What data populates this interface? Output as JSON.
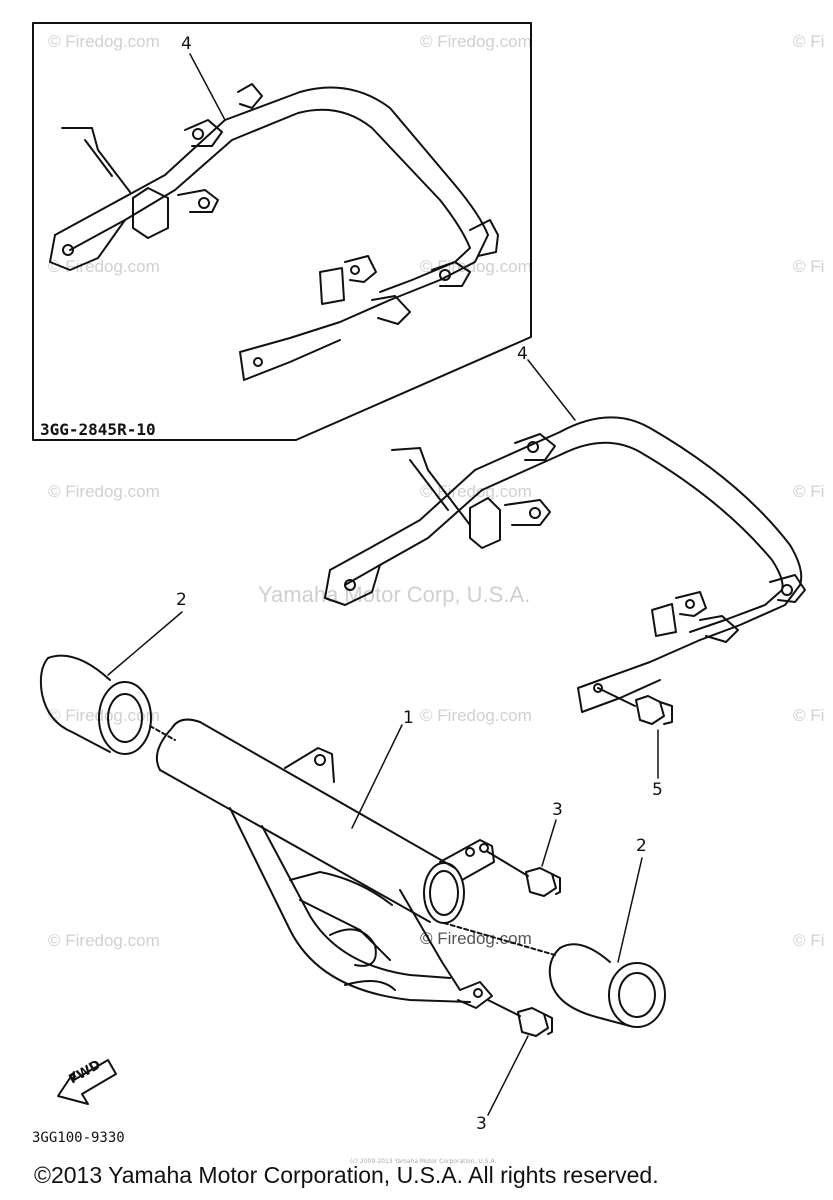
{
  "diagram": {
    "inset_code": "3GG-2845R-10",
    "figure_code": "3GG100-9330",
    "fwd_label": "FWD",
    "callouts": {
      "inset_part4": "4",
      "part4": "4",
      "part2_left": "2",
      "part1": "1",
      "part5": "5",
      "part3_top": "3",
      "part2_right": "2",
      "part3_bottom": "3"
    }
  },
  "watermarks": {
    "firedog": "© Firedog.com",
    "firedog_partial": "© Fi",
    "center": "Yamaha Motor Corp, U.S.A."
  },
  "footer": {
    "copyright": "©2013 Yamaha Motor Corporation, U.S.A. All rights reserved.",
    "tiny_note": "(c) 2009-2013 Yamaha Motor Corporation, U.S.A."
  }
}
